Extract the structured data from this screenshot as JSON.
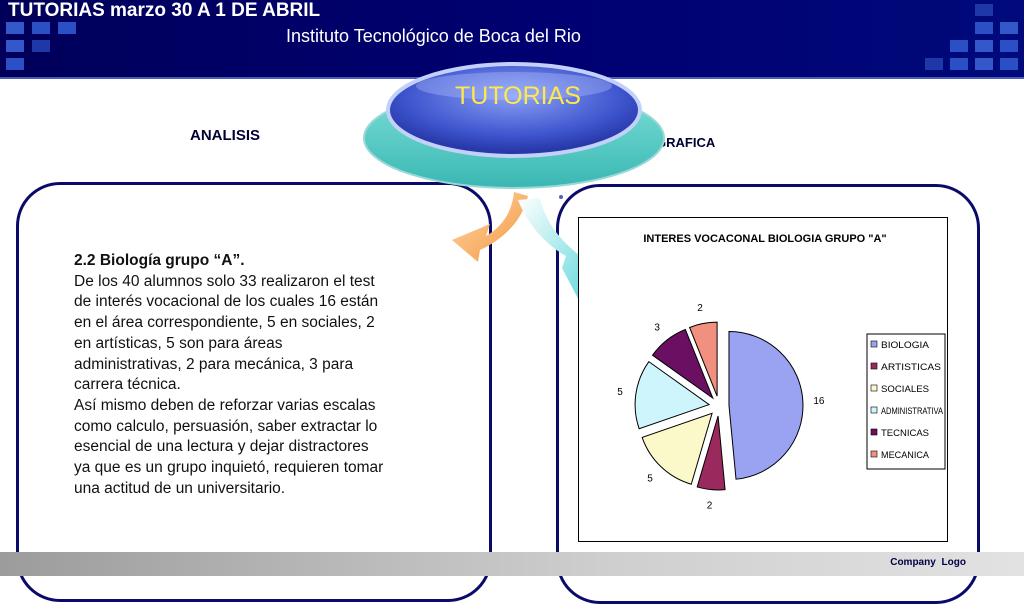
{
  "header": {
    "title": "TUTORIAS  marzo 30 A 1 DE ABRIL",
    "subtitle": "Instituto Tecnológico de Boca del Rio"
  },
  "badge": {
    "label": "TUTORIAS"
  },
  "sections": {
    "analysis_label": "ANALISIS",
    "chart_label": "GRAFICA"
  },
  "analysis": {
    "heading": "2.2 Biología grupo “A”.",
    "paragraph1": "De los 40 alumnos solo 33 realizaron el test de interés vocacional  de los cuales 16 están en el área correspondiente, 5 en sociales, 2 en artísticas, 5 son para  áreas administrativas, 2 para mecánica, 3 para carrera técnica.",
    "paragraph2": "Así mismo deben de reforzar varias escalas como calculo, persuasión, saber extractar lo esencial de una lectura y dejar distractores ya que es un grupo inquietó, requieren tomar una actitud de un universitario."
  },
  "footer": {
    "logo_text": "Company  Logo"
  },
  "colors": {
    "header_bg": "#000072",
    "panel_border": "#0a0a6a",
    "badge_text": "#ffe84a"
  },
  "chart_data": {
    "type": "pie",
    "title": "INTERES VOCACONAL  BIOLOGIA GRUPO \"A\"",
    "legend_position": "right",
    "slices": [
      {
        "name": "BIOLOGIA",
        "value": 16,
        "color": "#9aa2f2"
      },
      {
        "name": "ARTISTICAS",
        "value": 2,
        "color": "#9a2a5e"
      },
      {
        "name": "SOCIALES",
        "value": 5,
        "color": "#fbf9c9"
      },
      {
        "name": "ADMINISTRATIVA",
        "value": 5,
        "color": "#cdf5fb"
      },
      {
        "name": "TECNICAS",
        "value": 3,
        "color": "#6a0f62"
      },
      {
        "name": "MECANICA",
        "value": 2,
        "color": "#f29080"
      }
    ]
  }
}
